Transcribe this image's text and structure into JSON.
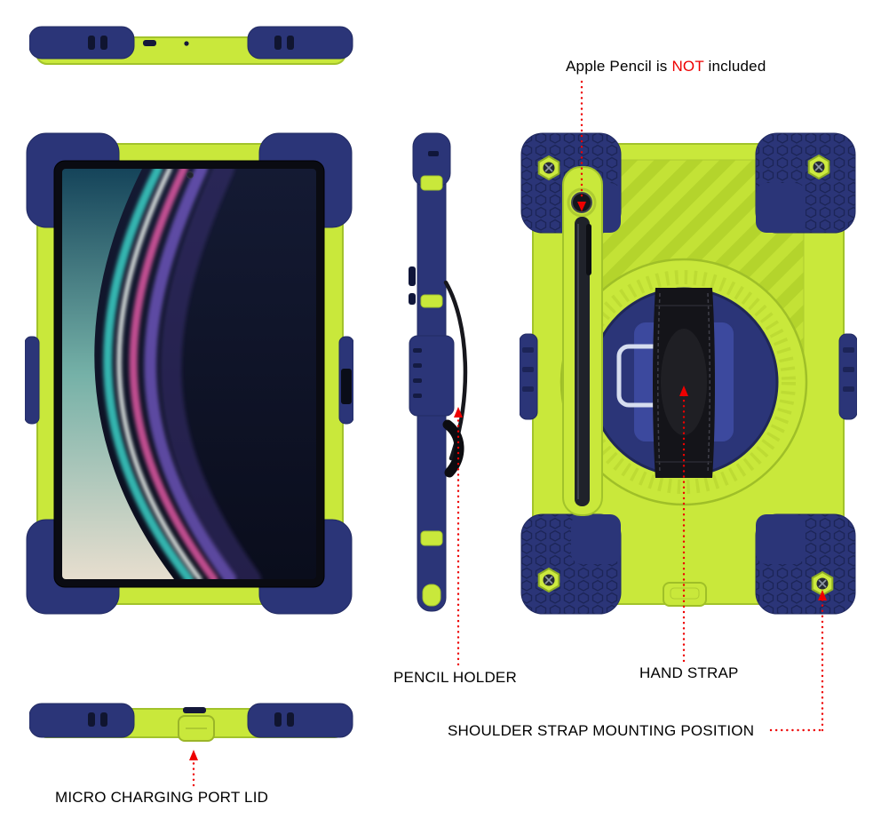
{
  "product": {
    "name": "rugged tablet case with views",
    "colors": {
      "navy": "#2b3578",
      "navy_dark": "#1f2757",
      "lime": "#c9e83b",
      "lime_dark": "#9fbf28",
      "stripe_green": "#b6d62f",
      "strap_black": "#141419",
      "annotation_red": "#ee0000",
      "screen_dark": "#0d1022",
      "background": "#ffffff"
    },
    "views": [
      "top-edge",
      "front",
      "side",
      "back",
      "bottom-edge"
    ]
  },
  "annotations": {
    "apple_pencil": {
      "prefix": "Apple Pencil is ",
      "highlight": "NOT",
      "suffix": " included"
    },
    "pencil_holder": "PENCIL HOLDER",
    "hand_strap": "HAND STRAP",
    "shoulder_strap": "SHOULDER STRAP MOUNTING POSITION",
    "charging_port": "MICRO CHARGING PORT LID"
  }
}
